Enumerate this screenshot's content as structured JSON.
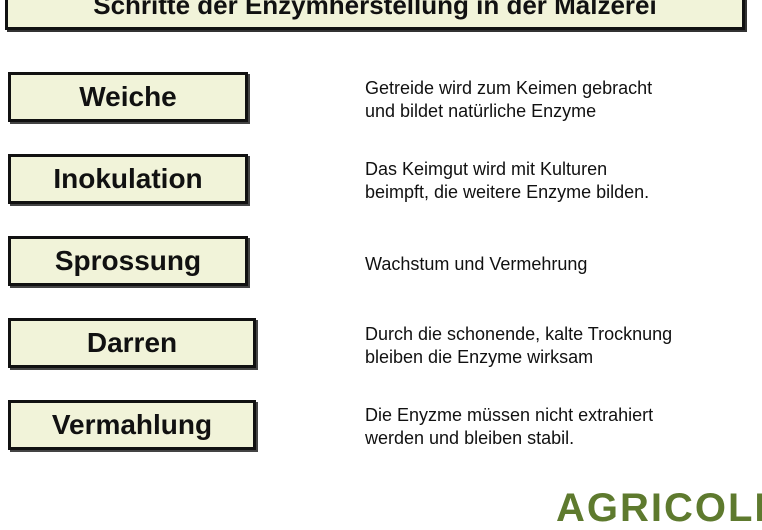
{
  "title": "Schritte der Enzymherstellung in der Mälzerei",
  "steps": [
    {
      "label": "Weiche",
      "desc": [
        "Getreide wird zum Keimen gebracht",
        "und bildet natürliche Enzyme"
      ]
    },
    {
      "label": "Inokulation",
      "desc": [
        "Das Keimgut wird mit Kulturen",
        "beimpft, die weitere Enzyme bilden."
      ]
    },
    {
      "label": "Sprossung",
      "desc": [
        "Wachstum und Vermehrung"
      ]
    },
    {
      "label": "Darren",
      "desc": [
        "Durch die schonende, kalte Trocknung",
        "bleiben die Enzyme wirksam"
      ]
    },
    {
      "label": "Vermahlung",
      "desc": [
        "Die Enyzme müssen nicht extrahiert",
        "werden und bleiben stabil."
      ]
    }
  ],
  "logo": "AGRICOLIA",
  "colors": {
    "box_fill": "#f1f3d9",
    "border": "#111111",
    "logo": "#5e7a2e"
  }
}
